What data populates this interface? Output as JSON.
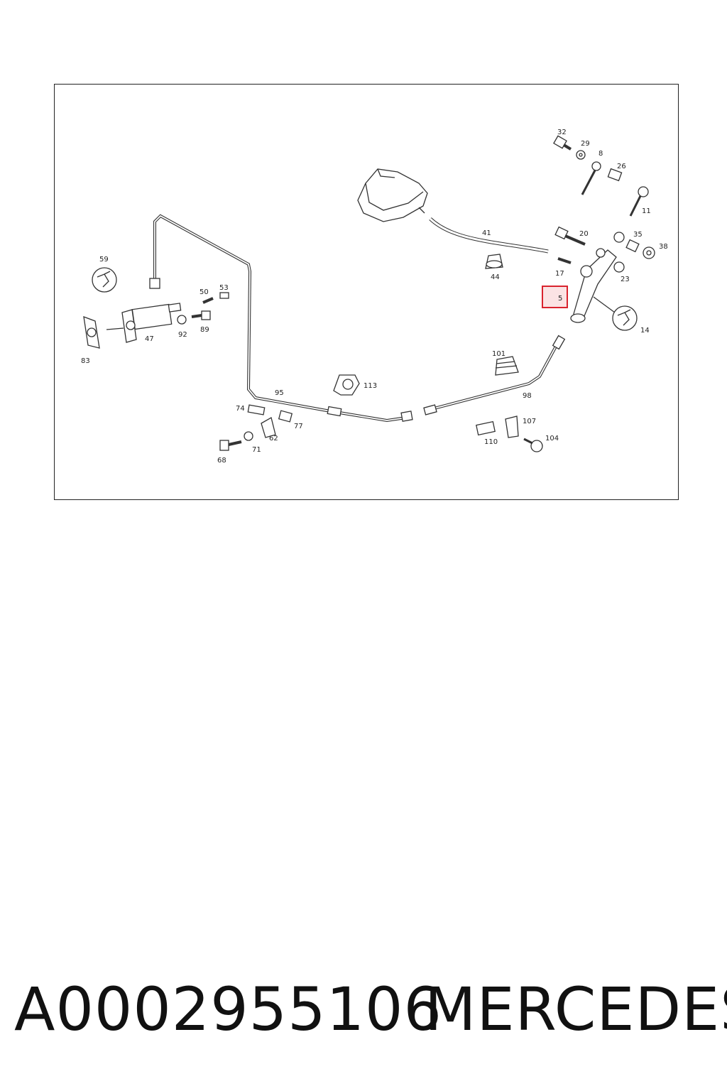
{
  "diagram": {
    "highlight_color": "#d9232e",
    "highlight_fill": "#fbe3e4",
    "highlighted_callout": "5",
    "callouts": {
      "c5": "5",
      "c8": "8",
      "c11": "11",
      "c14": "14",
      "c17": "17",
      "c20": "20",
      "c23": "23",
      "c26": "26",
      "c29": "29",
      "c32": "32",
      "c35": "35",
      "c38": "38",
      "c41": "41",
      "c44": "44",
      "c47": "47",
      "c50": "50",
      "c53": "53",
      "c59": "59",
      "c62": "62",
      "c68": "68",
      "c71": "71",
      "c74": "74",
      "c77": "77",
      "c83": "83",
      "c89": "89",
      "c92": "92",
      "c95": "95",
      "c98": "98",
      "c101": "101",
      "c104": "104",
      "c107": "107",
      "c110": "110",
      "c113": "113"
    }
  },
  "caption": {
    "part_number": "A0002955106",
    "brand": "MERCEDES"
  }
}
